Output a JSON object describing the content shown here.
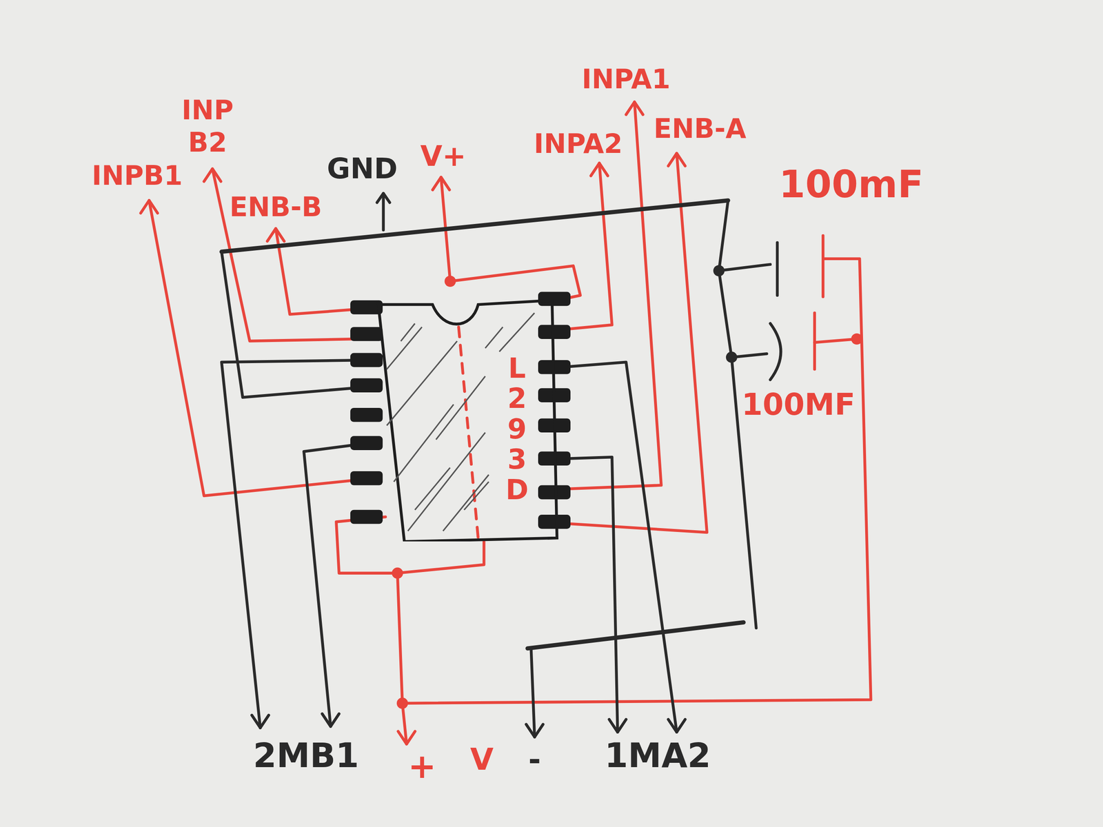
{
  "diagram": {
    "nodes": [
      {
        "text": [
          "L293D"
        ]
      }
    ],
    "labels": [
      "INPA1",
      "INP B2",
      "INPA2",
      "ENB-A",
      "INPB1",
      "GND",
      "V+",
      "100mF",
      "ENB-B",
      "100MF",
      "2MB1",
      "1MA2",
      "V",
      "-",
      "+"
    ]
  }
}
